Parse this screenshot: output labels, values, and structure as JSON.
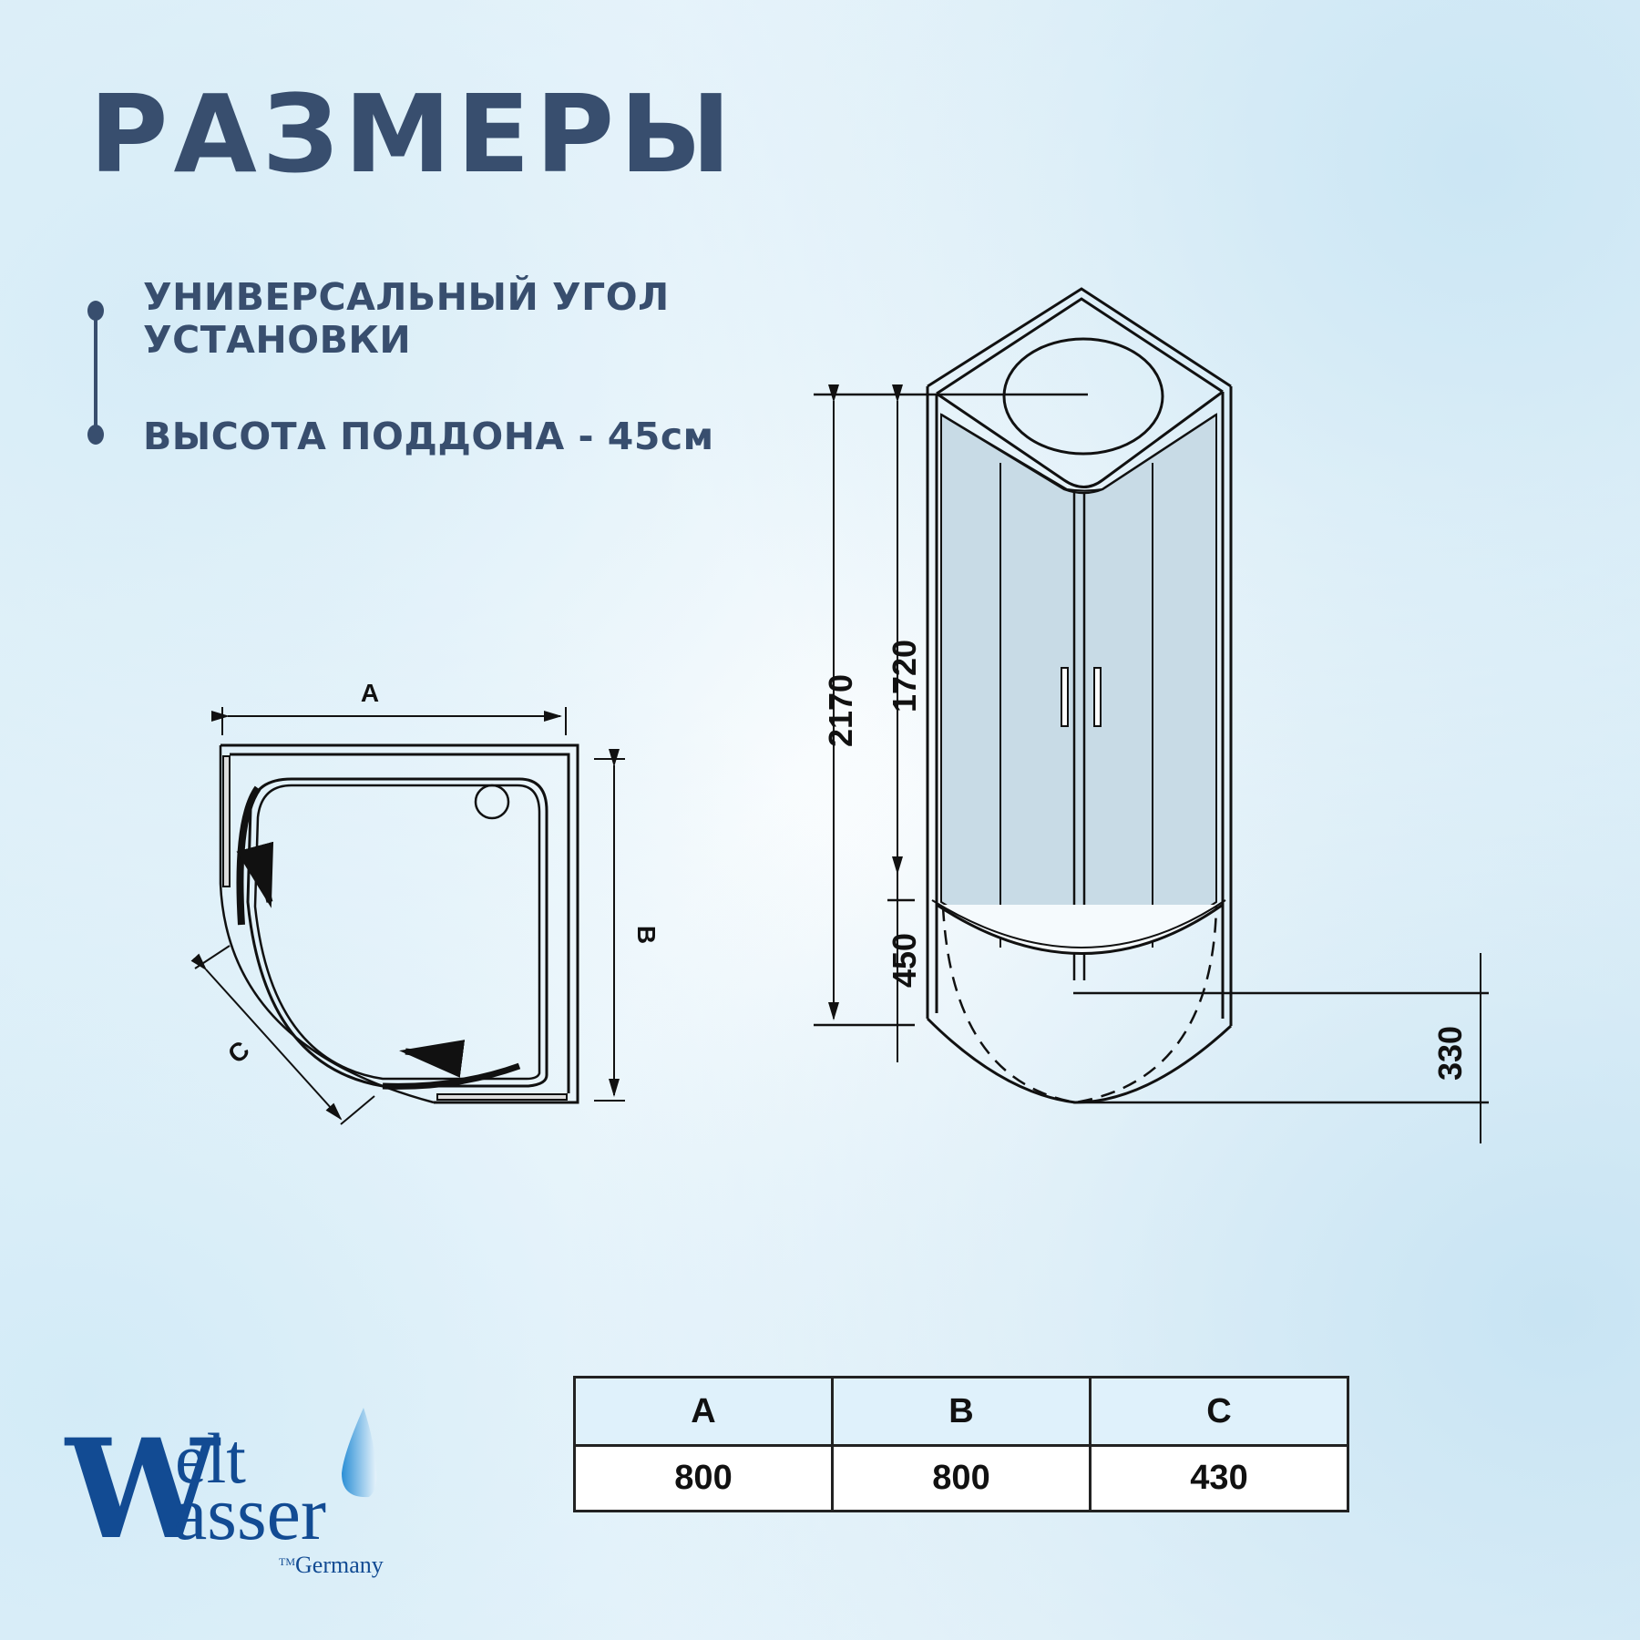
{
  "header": {
    "title": "РАЗМЕРЫ"
  },
  "features": [
    {
      "line1": "УНИВЕРСАЛЬНЫЙ УГОЛ",
      "line2": "УСТАНОВКИ"
    },
    {
      "line1": "ВЫСОТА ПОДДОНА - 45см"
    }
  ],
  "plan_view": {
    "labels": {
      "a": "A",
      "b": "B",
      "c": "C"
    }
  },
  "side_view": {
    "dimensions": {
      "total_height": "2170",
      "cabin_height": "1720",
      "tray_height": "450",
      "tray_depth": "330"
    }
  },
  "table": {
    "headers": [
      "A",
      "B",
      "C"
    ],
    "values": [
      "800",
      "800",
      "430"
    ]
  },
  "logo": {
    "initial": "W",
    "word1": "elt",
    "word2": "asser",
    "tm": "TM",
    "country": "Germany",
    "drop_color": "#2b8fd6",
    "brand_color": "#124b93"
  },
  "colors": {
    "heading": "#384e6e",
    "glass": "#c8dbe6"
  }
}
